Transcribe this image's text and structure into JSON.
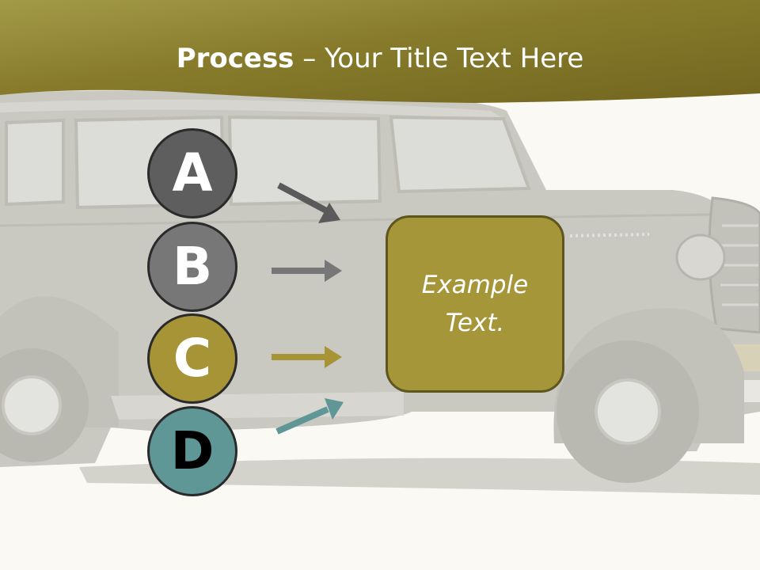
{
  "slide": {
    "title_bold": "Process",
    "title_rest": " – Your Title Text Here",
    "steps": [
      {
        "letter": "A",
        "color": "#5e5e5e"
      },
      {
        "letter": "B",
        "color": "#777777"
      },
      {
        "letter": "C",
        "color": "#a69437"
      },
      {
        "letter": "D",
        "color": "#5f9696"
      }
    ],
    "box_text": "Example Text.",
    "box_color": "#a6963a",
    "banner_color": "#857a2a",
    "background_image": "vintage-car"
  }
}
